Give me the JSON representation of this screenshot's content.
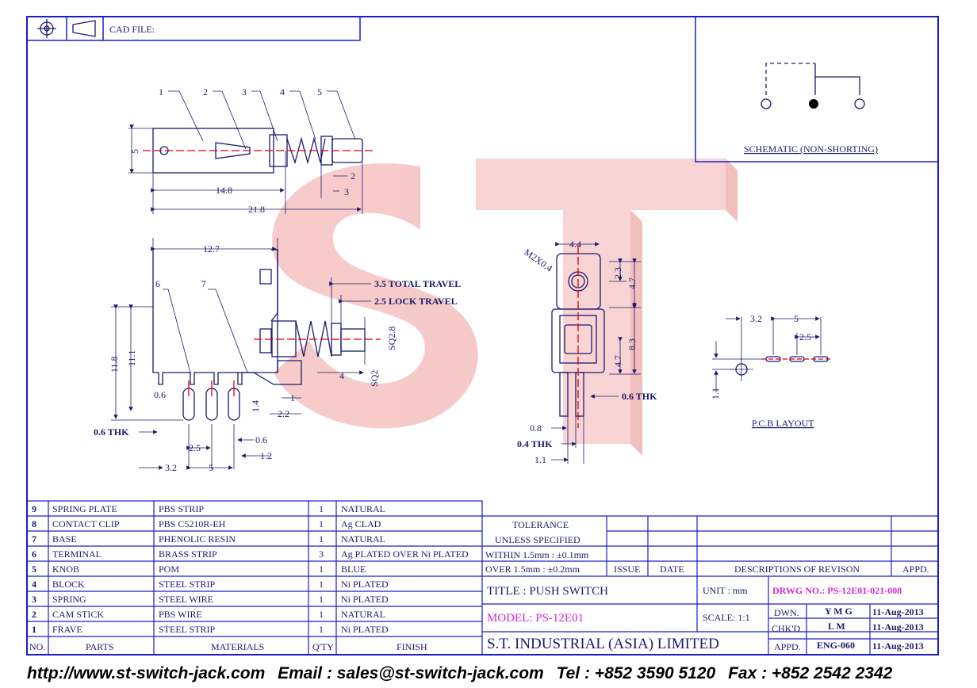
{
  "header": {
    "cad_file_label": "CAD FILE:"
  },
  "schematic": {
    "label": "SCHEMATIC (NON-SHORTING)"
  },
  "pcb": {
    "label": "P.C.B LAYOUT"
  },
  "watermark": {
    "text": "ST",
    "color": "#f2a0a0"
  },
  "colors": {
    "line": "#1a1a6e",
    "border": "#1c1cc8",
    "accent": "#d02ad0",
    "center": "#e00000"
  },
  "top_view": {
    "callouts": [
      "1",
      "2",
      "3",
      "4",
      "5"
    ],
    "dims": {
      "height": "5",
      "d14": "14.8",
      "d21": "21.8",
      "d2": "2",
      "d3": "3"
    }
  },
  "side_view": {
    "callouts": [
      "6",
      "7"
    ],
    "dims": {
      "d127": "12.7",
      "total_travel": "3.5 TOTAL TRAVEL",
      "lock_travel": "2.5 LOCK TRAVEL",
      "sq28": "SQ2.8",
      "sq2": "SQ2",
      "d4": "4",
      "d118": "11.8",
      "d111": "11.1",
      "d06a": "0.6",
      "thk": "0.6 THK",
      "d25": "2.5",
      "d32": "3.2",
      "d5": "5",
      "d06b": "0.6",
      "d12": "1.2",
      "d14b": "1.4",
      "d1": "1",
      "d22": "2.2"
    }
  },
  "front_view": {
    "dims": {
      "m2": "M2X0.4",
      "d44": "4.4",
      "d23": "2.3",
      "d47a": "4.7",
      "d83": "8.3",
      "d47b": "4.7",
      "thk": "0.6 THK",
      "d08": "0.8",
      "d04": "0.4 THK",
      "d11": "1.1"
    }
  },
  "pcb_dims": {
    "d32": "3.2",
    "d5": "5",
    "d25": "2.5",
    "d11": "1.1"
  },
  "bom": {
    "headers": [
      "NO.",
      "PARTS",
      "MATERIALS",
      "Q'TY",
      "FINISH"
    ],
    "rows": [
      [
        "9",
        "SPRING PLATE",
        "PBS STRIP",
        "1",
        "NATURAL"
      ],
      [
        "8",
        "CONTACT CLIP",
        "PBS C5210R-EH",
        "1",
        "Ag CLAD"
      ],
      [
        "7",
        "BASE",
        "PHENOLIC RESIN",
        "1",
        "NATURAL"
      ],
      [
        "6",
        "TERMINAL",
        "BRASS STRIP",
        "3",
        "Ag PLATED OVER Ni PLATED"
      ],
      [
        "5",
        "KNOB",
        "POM",
        "1",
        "BLUE"
      ],
      [
        "4",
        "BLOCK",
        "STEEL STRIP",
        "1",
        "Ni PLATED"
      ],
      [
        "3",
        "SPRING",
        "STEEL WIRE",
        "1",
        "Ni PLATED"
      ],
      [
        "2",
        "CAM STICK",
        "PBS WIRE",
        "1",
        "NATURAL"
      ],
      [
        "1",
        "FRAVE",
        "STEEL STRIP",
        "1",
        "Ni PLATED"
      ]
    ]
  },
  "tolerance": {
    "line1": "TOLERANCE",
    "line2": "UNLESS  SPECIFIED",
    "line3": "WITHIN  1.5mm : ±0.1mm",
    "line4": "OVER    1.5mm : ±0.2mm"
  },
  "revision": {
    "issue": "ISSUE",
    "date": "DATE",
    "desc": "DESCRIPTIONS  OF  REVISON",
    "appd": "APPD."
  },
  "title_block": {
    "title": "TITLE : PUSH SWITCH",
    "unit_label": "UNIT :  mm",
    "drwg": "DRWG NO.: PS-12E01-021-008",
    "model": "MODEL: PS-12E01",
    "scale": "SCALE:  1:1",
    "dwn_label": "DWN.",
    "dwn_name": "Y M G",
    "dwn_date": "11-Aug-2013",
    "chk_label": "CHK'D",
    "chk_name": "L M",
    "chk_date": "11-Aug-2013",
    "appd_label": "APPD.",
    "appd_name": "ENG-060",
    "appd_date": "11-Aug-2013",
    "company": "S.T.  INDUSTRIAL  (ASIA)  LIMITED"
  },
  "footer": {
    "url": "http://www.st-switch-jack.com",
    "email": "Email : sales@st-switch-jack.com",
    "tel": "Tel : +852 3590 5120",
    "fax": "Fax : +852 2542 2342"
  }
}
